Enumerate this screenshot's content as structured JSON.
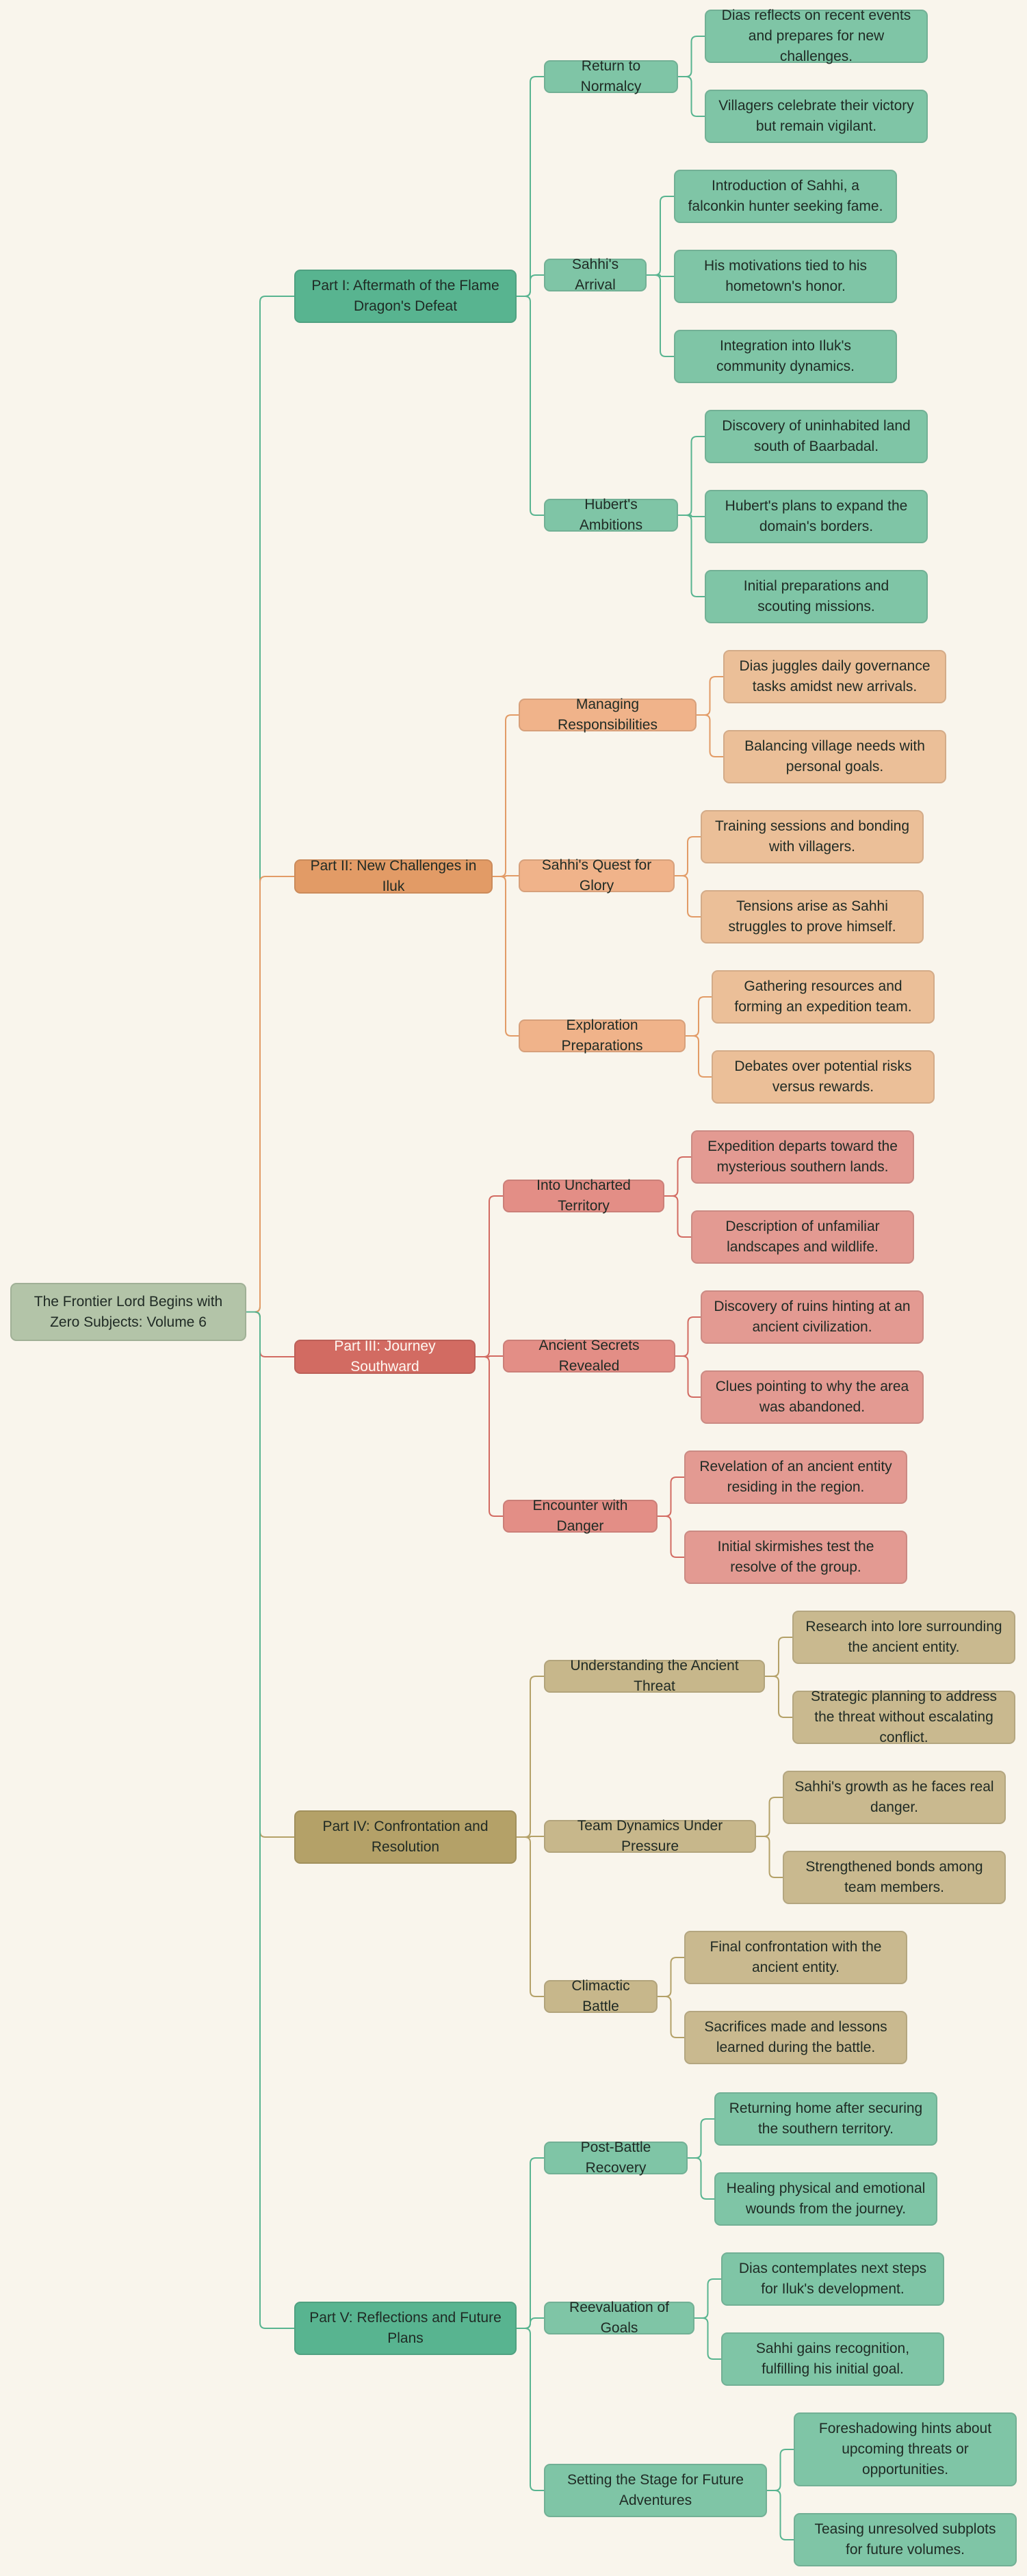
{
  "colors": {
    "background": "#f9f5ec",
    "part1": "#58b490",
    "part2": "#e29b66",
    "part3": "#d26b62",
    "part4": "#b4a168",
    "part5": "#58b490",
    "root": "#b3c4a8"
  },
  "root": {
    "label": "The Frontier Lord Begins with Zero Subjects: Volume 6"
  },
  "parts": [
    {
      "label": "Part I: Aftermath of the Flame Dragon's Defeat",
      "sections": [
        {
          "label": "Return to Normalcy",
          "items": [
            "Dias reflects on recent events and prepares for new challenges.",
            "Villagers celebrate their victory but remain vigilant."
          ]
        },
        {
          "label": "Sahhi's Arrival",
          "items": [
            "Introduction of Sahhi, a falconkin hunter seeking fame.",
            "His motivations tied to his hometown's honor.",
            "Integration into Iluk's community dynamics."
          ]
        },
        {
          "label": "Hubert's Ambitions",
          "items": [
            "Discovery of uninhabited land south of Baarbadal.",
            "Hubert's plans to expand the domain's borders.",
            "Initial preparations and scouting missions."
          ]
        }
      ]
    },
    {
      "label": "Part II: New Challenges in Iluk",
      "sections": [
        {
          "label": "Managing Responsibilities",
          "items": [
            "Dias juggles daily governance tasks amidst new arrivals.",
            "Balancing village needs with personal goals."
          ]
        },
        {
          "label": "Sahhi's Quest for Glory",
          "items": [
            "Training sessions and bonding with villagers.",
            "Tensions arise as Sahhi struggles to prove himself."
          ]
        },
        {
          "label": "Exploration Preparations",
          "items": [
            "Gathering resources and forming an expedition team.",
            "Debates over potential risks versus rewards."
          ]
        }
      ]
    },
    {
      "label": "Part III: Journey Southward",
      "sections": [
        {
          "label": "Into Uncharted Territory",
          "items": [
            "Expedition departs toward the mysterious southern lands.",
            "Description of unfamiliar landscapes and wildlife."
          ]
        },
        {
          "label": "Ancient Secrets Revealed",
          "items": [
            "Discovery of ruins hinting at an ancient civilization.",
            "Clues pointing to why the area was abandoned."
          ]
        },
        {
          "label": "Encounter with Danger",
          "items": [
            "Revelation of an ancient entity residing in the region.",
            "Initial skirmishes test the resolve of the group."
          ]
        }
      ]
    },
    {
      "label": "Part IV: Confrontation and Resolution",
      "sections": [
        {
          "label": "Understanding the Ancient Threat",
          "items": [
            "Research into lore surrounding the ancient entity.",
            "Strategic planning to address the threat without escalating conflict."
          ]
        },
        {
          "label": "Team Dynamics Under Pressure",
          "items": [
            "Sahhi's growth as he faces real danger.",
            "Strengthened bonds among team members."
          ]
        },
        {
          "label": "Climactic Battle",
          "items": [
            "Final confrontation with the ancient entity.",
            "Sacrifices made and lessons learned during the battle."
          ]
        }
      ]
    },
    {
      "label": "Part V: Reflections and Future Plans",
      "sections": [
        {
          "label": "Post-Battle Recovery",
          "items": [
            "Returning home after securing the southern territory.",
            "Healing physical and emotional wounds from the journey."
          ]
        },
        {
          "label": "Reevaluation of Goals",
          "items": [
            "Dias contemplates next steps for Iluk's development.",
            "Sahhi gains recognition, fulfilling his initial goal."
          ]
        },
        {
          "label": "Setting the Stage for Future Adventures",
          "items": [
            "Foreshadowing hints about upcoming threats or opportunities.",
            "Teasing unresolved subplots for future volumes."
          ]
        }
      ]
    }
  ]
}
